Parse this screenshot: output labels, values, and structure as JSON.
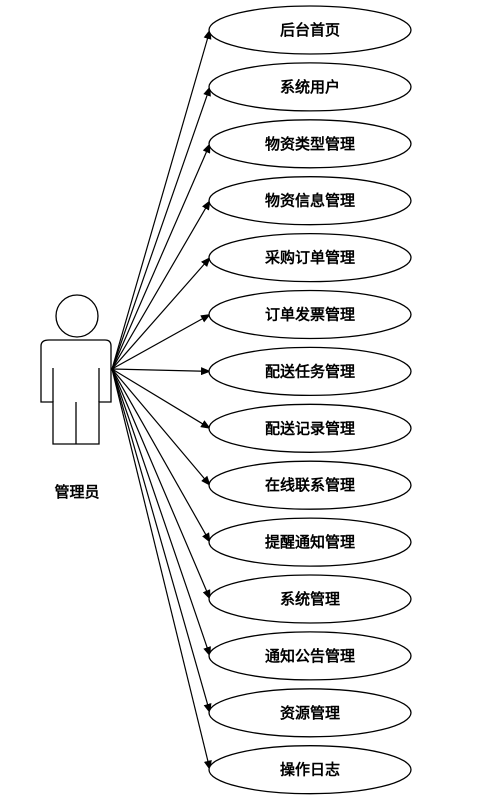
{
  "actor": {
    "label": "管理员"
  },
  "use_cases": [
    {
      "label": "后台首页"
    },
    {
      "label": "系统用户"
    },
    {
      "label": "物资类型管理"
    },
    {
      "label": "物资信息管理"
    },
    {
      "label": "采购订单管理"
    },
    {
      "label": "订单发票管理"
    },
    {
      "label": "配送任务管理"
    },
    {
      "label": "配送记录管理"
    },
    {
      "label": "在线联系管理"
    },
    {
      "label": "提醒通知管理"
    },
    {
      "label": "系统管理"
    },
    {
      "label": "通知公告管理"
    },
    {
      "label": "资源管理"
    },
    {
      "label": "操作日志"
    }
  ],
  "colors": {
    "stroke": "#000000",
    "fill": "#ffffff"
  }
}
